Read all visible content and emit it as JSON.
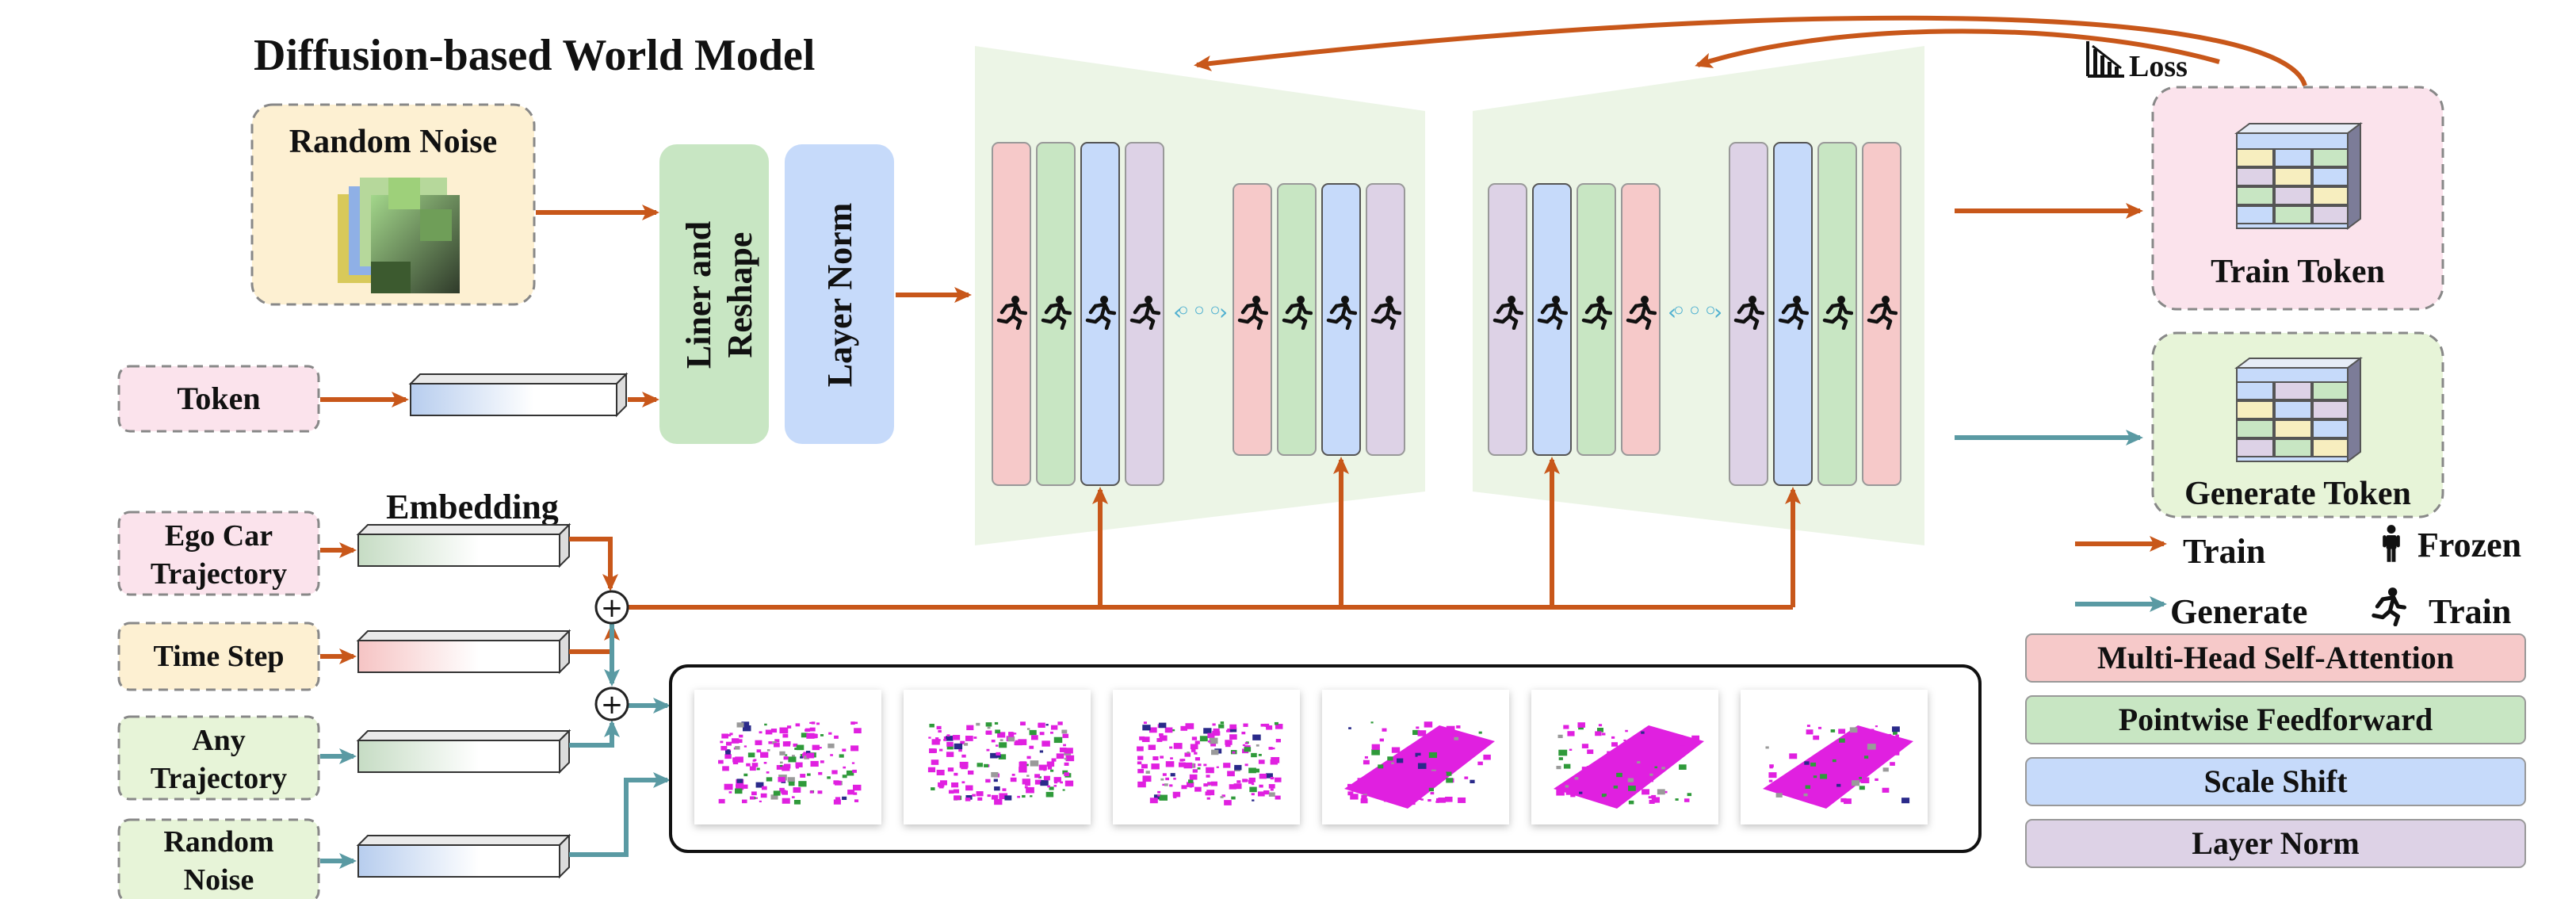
{
  "title": "Diffusion-based World Model",
  "inputs": {
    "random_noise": "Random Noise",
    "token": "Token",
    "ego_car_line1": "Ego Car",
    "ego_car_line2": "Trajectory",
    "time_step": "Time Step",
    "any_traj_line1": "Any",
    "any_traj_line2": "Trajectory",
    "random_noise2_line1": "Random",
    "random_noise2_line2": "Noise",
    "embedding": "Embedding",
    "plus": "+"
  },
  "blocks": {
    "linear_line1": "Liner and",
    "linear_line2": "Reshape",
    "layer_norm": "Layer Norm",
    "ellipsis": "◦◦◦"
  },
  "outputs": {
    "loss": "Loss",
    "train_token": "Train Token",
    "generate_token": "Generate Token"
  },
  "legend": {
    "train": "Train",
    "generate": "Generate",
    "frozen": "Frozen",
    "train_icon": "Train",
    "items": [
      {
        "label": "Multi-Head Self-Attention",
        "color": "#f6c9c9"
      },
      {
        "label": "Pointwise Feedforward",
        "color": "#c8e6c3"
      },
      {
        "label": "Scale Shift",
        "color": "#c6dafa"
      },
      {
        "label": "Layer Norm",
        "color": "#ddd2e6"
      }
    ]
  },
  "colors": {
    "train_arrow": "#c8571a",
    "generate_arrow": "#5a9aa3",
    "mhsa": "#f6c9c9",
    "ffn": "#c8e6c3",
    "scale_shift": "#c6dafa",
    "layer_norm": "#ddd2e6",
    "noise_box": "#fdf0d2",
    "token_box": "#fbe3ec",
    "time_box": "#fdf0d2",
    "green_box": "#e7f4d8",
    "magenta_points": "#e020e0"
  },
  "icons": {
    "runner": "running-person-icon",
    "stand": "standing-person-icon",
    "loss": "loss-chart-icon"
  }
}
